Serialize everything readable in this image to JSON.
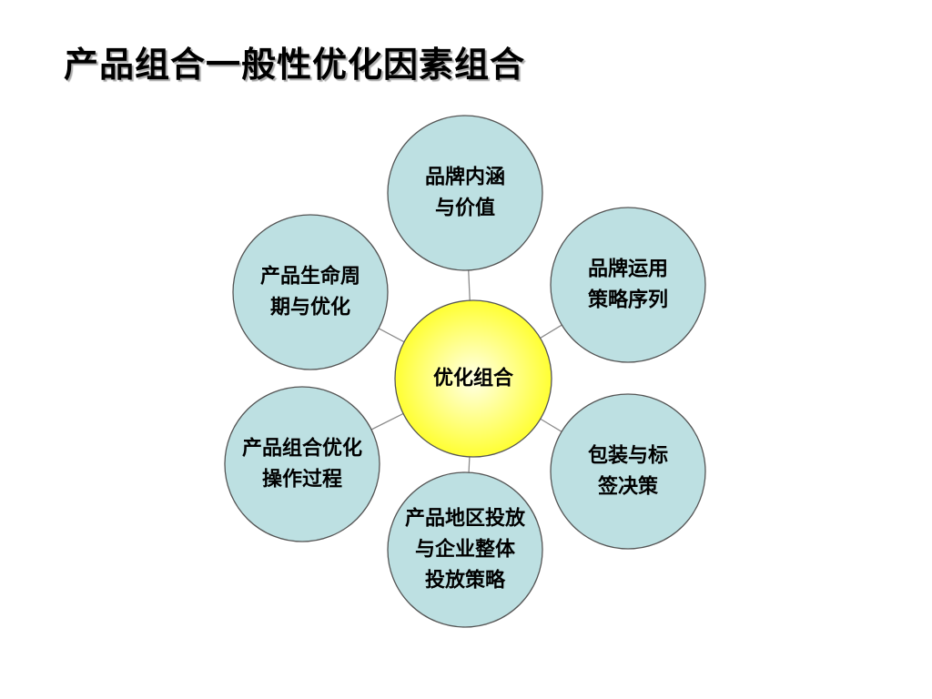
{
  "title": "产品组合一般性优化因素组合",
  "colors": {
    "center_fill": "#ffff33",
    "center_highlight": "#ffffe8",
    "outer_fill": "#bde0e2",
    "stroke": "#555555",
    "connector": "#8c8c8c"
  },
  "center": {
    "lines": [
      "优化组合"
    ]
  },
  "nodes": [
    {
      "lines": [
        "品牌内涵",
        "与价值"
      ]
    },
    {
      "lines": [
        "品牌运用",
        "策略序列"
      ]
    },
    {
      "lines": [
        "包装与标",
        "签决策"
      ]
    },
    {
      "lines": [
        "产品地区投放",
        "与企业整体",
        "投放策略"
      ]
    },
    {
      "lines": [
        "产品组合优化",
        "操作过程"
      ]
    },
    {
      "lines": [
        "产品生命周",
        "期与优化"
      ]
    }
  ]
}
